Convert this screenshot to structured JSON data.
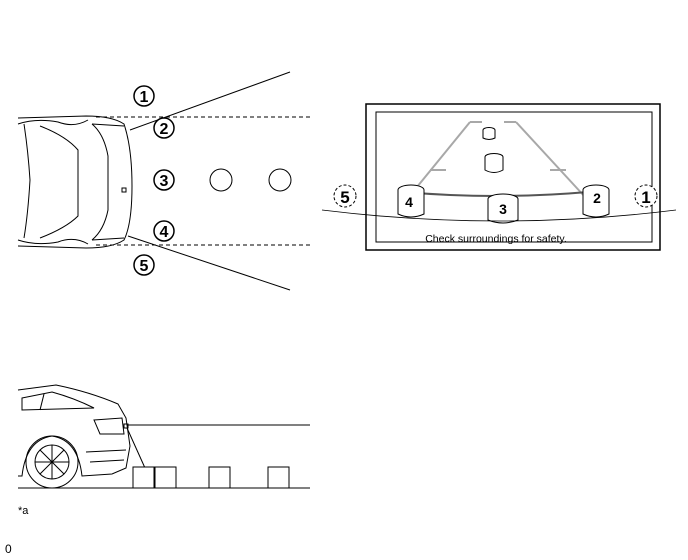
{
  "markers": {
    "m1": "1",
    "m2": "2",
    "m3": "3",
    "m4": "4",
    "m5": "5"
  },
  "screen": {
    "caption": "Check surroundings for safety."
  },
  "footer": {
    "note": "*a",
    "code": "0"
  },
  "colors": {
    "ink": "#000000",
    "guide_gray": "#a8a8a8"
  }
}
